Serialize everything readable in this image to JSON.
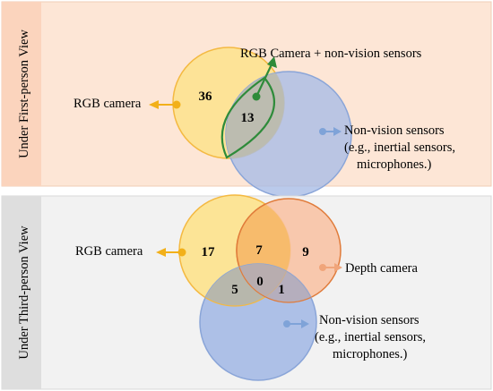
{
  "top_panel": {
    "side_label": "Under First-person View",
    "background": "#fde6d6",
    "side_background": "#fbd4bd",
    "labels": {
      "rgb": "RGB camera",
      "combo": "RGB Camera + non-vision sensors",
      "nonvision_1": "Non-vision sensors",
      "nonvision_2": "(e.g., inertial sensors,",
      "nonvision_3": "microphones.)"
    },
    "counts": {
      "rgb_only": "36",
      "rgb_and_nonvision": "13"
    }
  },
  "bottom_panel": {
    "side_label": "Under Third-person View",
    "background": "#f2f2f2",
    "side_background": "#dedede",
    "labels": {
      "rgb": "RGB camera",
      "depth": "Depth camera",
      "nonvision_1": "Non-vision sensors",
      "nonvision_2": "(e.g., inertial sensors,",
      "nonvision_3": "microphones.)"
    },
    "counts": {
      "rgb_only": "17",
      "rgb_and_depth": "7",
      "depth_only": "9",
      "rgb_and_nonvision": "5",
      "all_three": "0",
      "depth_and_nonvision": "1"
    }
  },
  "colors": {
    "rgb_fill": "#fde28c",
    "rgb_stroke": "#f4b942",
    "rgb_arrow": "#f2b019",
    "nonvision_fill": "#a9bde6",
    "nonvision_stroke": "#8aa5d8",
    "nonvision_arrow": "#7fa3d8",
    "depth_fill": "#f8c3a5",
    "depth_stroke": "#e07b3a",
    "depth_arrow": "#f0a57a",
    "combo_stroke": "#2e8b3a"
  }
}
